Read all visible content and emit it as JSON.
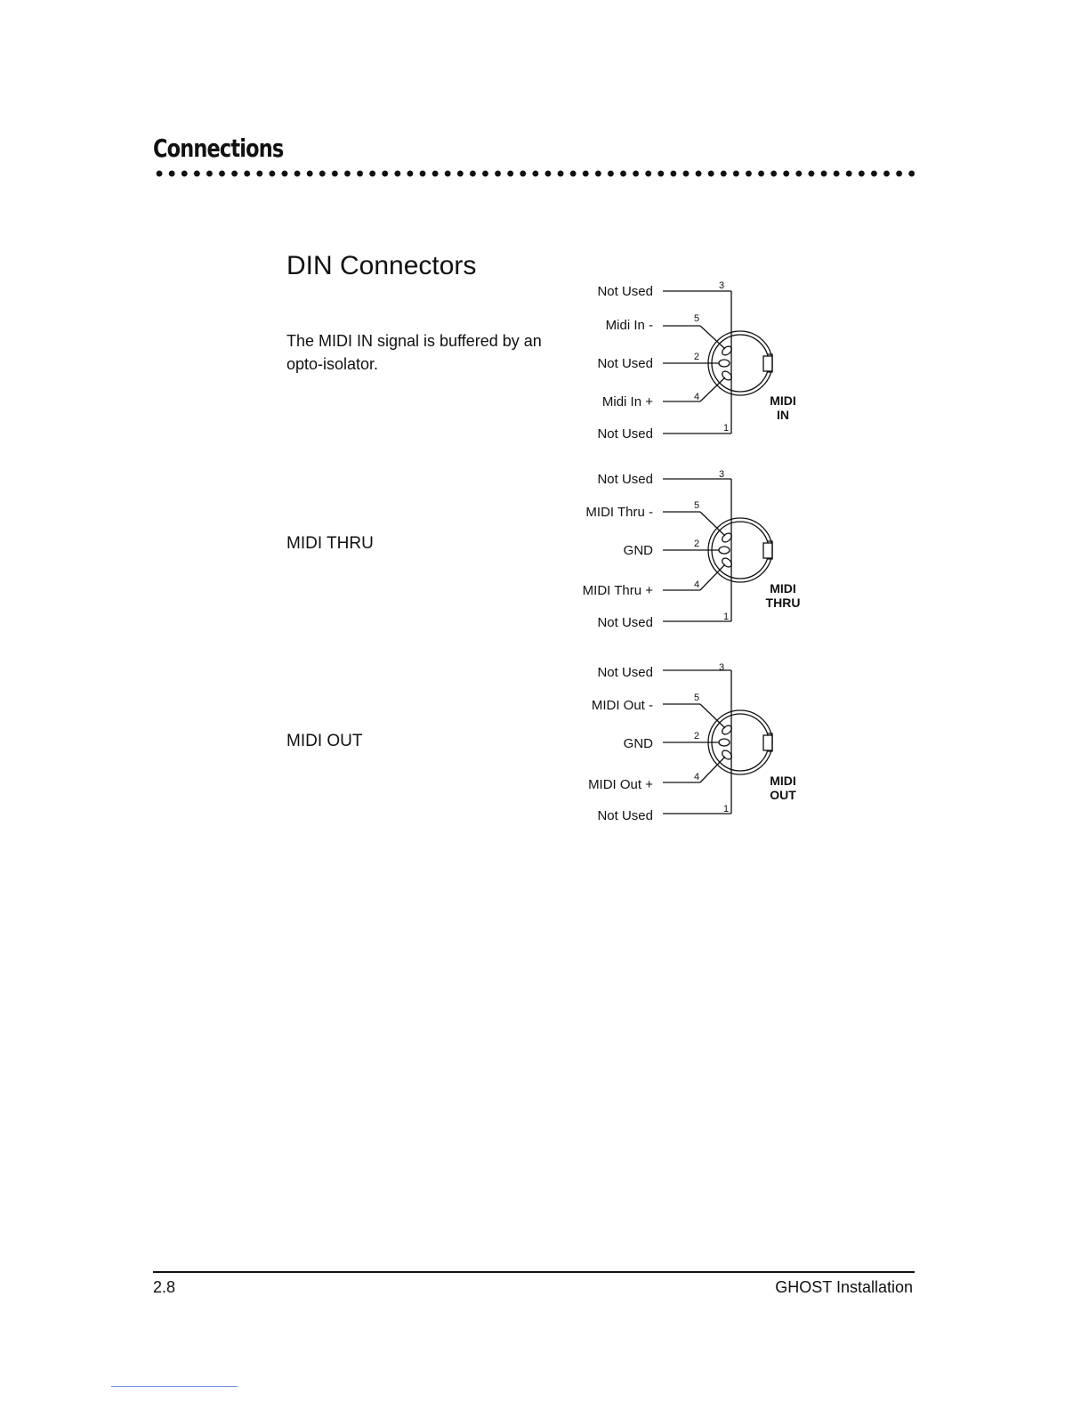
{
  "header": {
    "title": "Connections"
  },
  "section": {
    "title": "DIN Connectors",
    "description": "The MIDI IN signal is buffered by an opto-isolator."
  },
  "connectors": [
    {
      "side_label": "",
      "name_line1": "MIDI",
      "name_line2": "IN",
      "pins": [
        {
          "num": "3",
          "label": "Not Used"
        },
        {
          "num": "5",
          "label": "Midi In -"
        },
        {
          "num": "2",
          "label": "Not Used"
        },
        {
          "num": "4",
          "label": "Midi In +"
        },
        {
          "num": "1",
          "label": "Not Used"
        }
      ]
    },
    {
      "side_label": "MIDI THRU",
      "name_line1": "MIDI",
      "name_line2": "THRU",
      "pins": [
        {
          "num": "3",
          "label": "Not Used"
        },
        {
          "num": "5",
          "label": "MIDI Thru -"
        },
        {
          "num": "2",
          "label": "GND"
        },
        {
          "num": "4",
          "label": "MIDI Thru +"
        },
        {
          "num": "1",
          "label": "Not Used"
        }
      ]
    },
    {
      "side_label": "MIDI OUT",
      "name_line1": "MIDI",
      "name_line2": "OUT",
      "pins": [
        {
          "num": "3",
          "label": "Not Used"
        },
        {
          "num": "5",
          "label": "MIDI Out -"
        },
        {
          "num": "2",
          "label": "GND"
        },
        {
          "num": "4",
          "label": "MIDI Out +"
        },
        {
          "num": "1",
          "label": "Not Used"
        }
      ]
    }
  ],
  "footer": {
    "page_number": "2.8",
    "chapter": "GHOST Installation"
  }
}
